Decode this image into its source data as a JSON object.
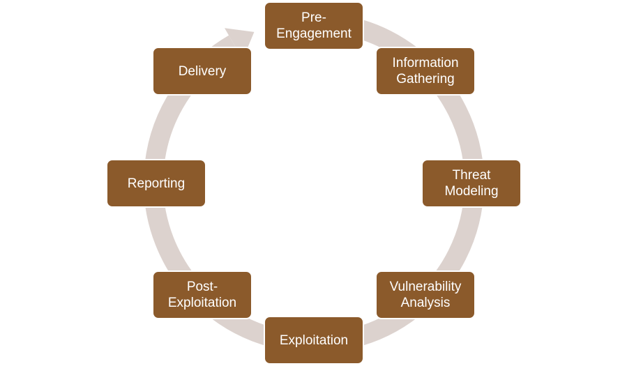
{
  "colors": {
    "node_fill": "#8B5A2B",
    "node_border": "#ffffff",
    "ring": "#DCD2CE",
    "text": "#ffffff"
  },
  "diagram": {
    "type": "cycle",
    "nodes": [
      {
        "label": "Pre-\nEngagement"
      },
      {
        "label": "Information\nGathering"
      },
      {
        "label": "Threat\nModeling"
      },
      {
        "label": "Vulnerability\nAnalysis"
      },
      {
        "label": "Exploitation"
      },
      {
        "label": "Post-\nExploitation"
      },
      {
        "label": "Reporting"
      },
      {
        "label": "Delivery"
      }
    ]
  }
}
